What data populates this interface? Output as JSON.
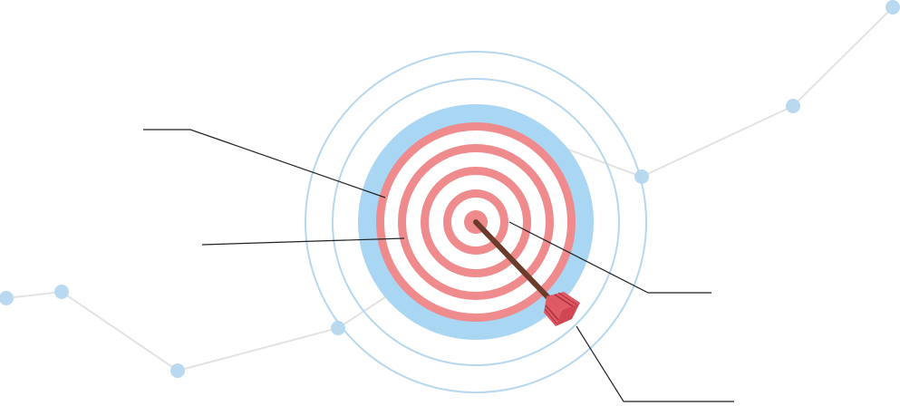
{
  "colors": {
    "background": "#ffffff",
    "network_line": "#e3e3e3",
    "network_node": "#b9d9f0",
    "outer_ring": "#b6d7ee",
    "blue_disc": "#a9d6f3",
    "red_ring": "#ef8a8d",
    "white": "#ffffff",
    "callout_line": "#222222",
    "arrow_shaft": "#6b3b2c",
    "arrow_fletch": "#e05a63",
    "arrow_fletch_dark": "#a8303b"
  },
  "icons": [
    "target-icon",
    "arrow-icon"
  ],
  "callouts": [
    {
      "name": "callout-left-upper",
      "label": ""
    },
    {
      "name": "callout-left-lower",
      "label": ""
    },
    {
      "name": "callout-right-upper",
      "label": ""
    },
    {
      "name": "callout-right-lower",
      "label": ""
    }
  ]
}
